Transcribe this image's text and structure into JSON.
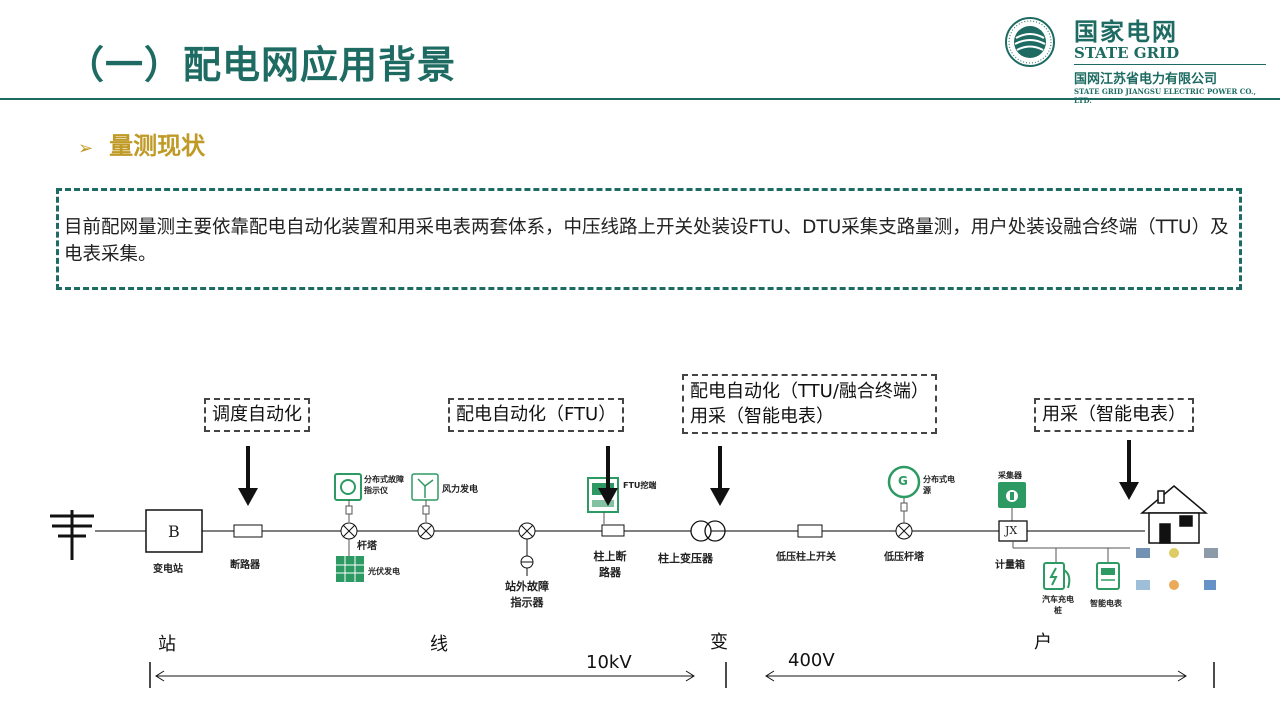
{
  "header": {
    "title": "（一）配电网应用背景"
  },
  "logo": {
    "cn": "国家电网",
    "en": "STATE GRID",
    "company_cn": "国网江苏省电力有限公司",
    "company_en": "STATE GRID JIANGSU ELECTRIC POWER CO., LTD."
  },
  "section": {
    "arrow": "➢",
    "title": "量测现状"
  },
  "intro": {
    "text": "目前配网量测主要依靠配电自动化装置和用采电表两套体系，中压线路上开关处装设FTU、DTU采集支路量测，用户处装设融合终端（TTU）及电表采集。"
  },
  "labels": {
    "dispatch": "调度自动化",
    "ftu": "配电自动化（FTU）",
    "ttu_line1": "配电自动化（TTU/融合终端）",
    "ttu_line2": "用采（智能电表）",
    "meter": "用采（智能电表）"
  },
  "nodes": {
    "substation_box": "B",
    "substation": "变电站",
    "breaker": "断路器",
    "fault_indicator": "分布式故障指示仪",
    "wind": "风力发电",
    "tower": "杆塔",
    "pv": "光伏发电",
    "outstation_fault": "站外故障指示器",
    "ftu_ctrl": "FTU挖端",
    "pole_breaker": "柱上断路器",
    "pole_transformer": "柱上变压器",
    "lv_switch": "低压柱上开关",
    "dist_gen": "分布式电源",
    "gen_symbol": "G",
    "lv_tower": "低压杆塔",
    "collector": "采集器",
    "meter_box_symbol": "JX",
    "meter_box": "计量箱",
    "ev_charger": "汽车充电桩",
    "smart_meter": "智能电表"
  },
  "segments": {
    "station": "站",
    "line": "线",
    "transform": "变",
    "user": "户"
  },
  "voltages": {
    "mv": "10kV",
    "lv": "400V"
  },
  "colors": {
    "primary": "#1d6b62",
    "accent": "#c09a27",
    "green_icon": "#2e9a63"
  }
}
